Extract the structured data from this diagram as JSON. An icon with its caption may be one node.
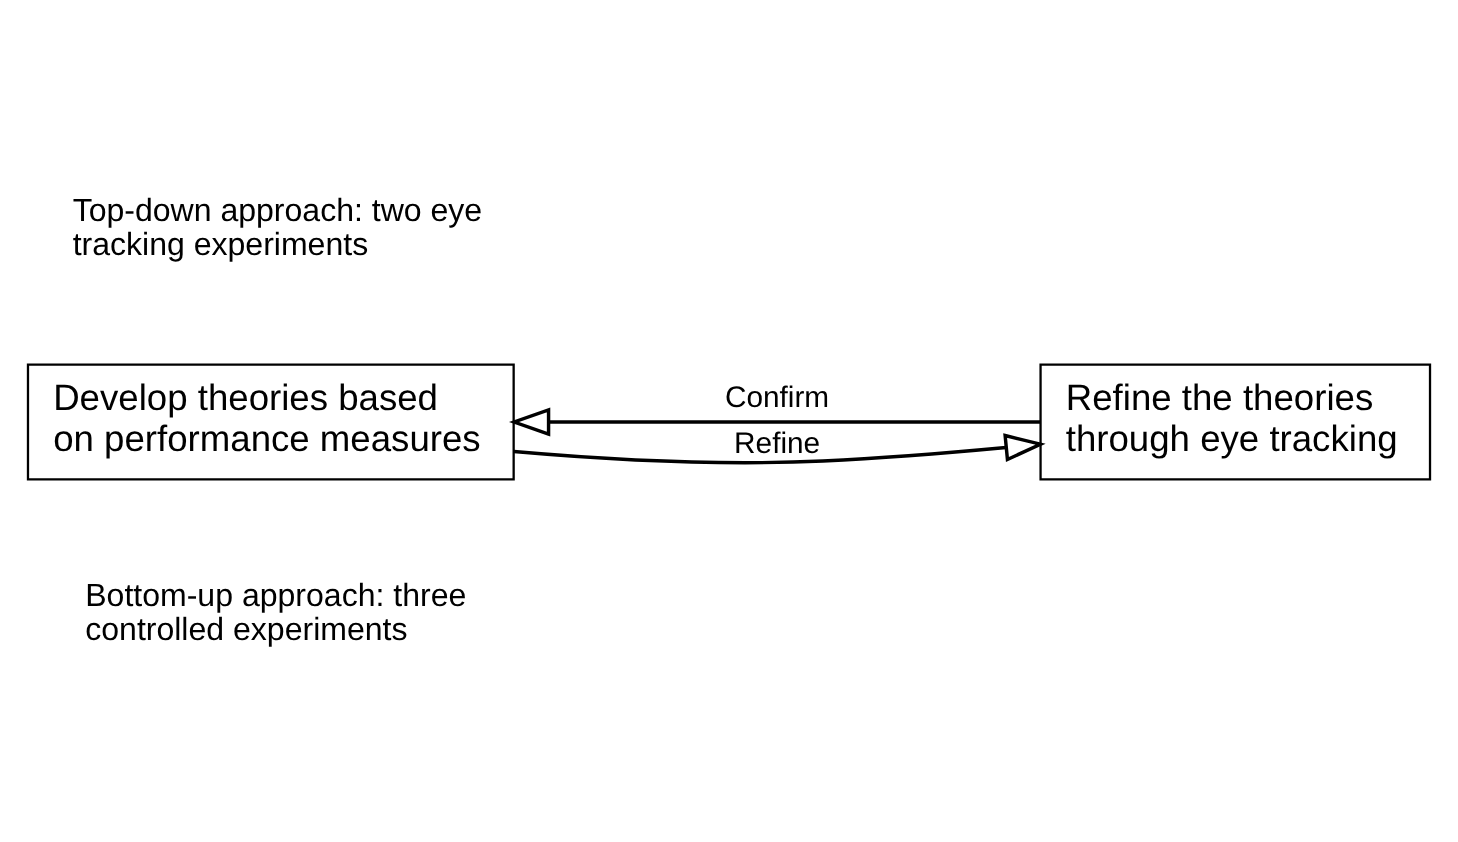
{
  "diagram": {
    "nodes": [
      {
        "text": [
          "Develop theories based on performance measures"
        ]
      },
      {
        "text": [
          "Refine the theories through eye tracking"
        ]
      }
    ],
    "edges": [
      {
        "from": 0,
        "to": 1,
        "arrow": "to",
        "label": "Refine"
      },
      {
        "from": 1,
        "to": 0,
        "arrow": "to",
        "label": "Confirm"
      }
    ],
    "labels": [
      "Top-down approach: two eye tracking experiments",
      "Bottom-up approach: three controlled experiments"
    ]
  }
}
